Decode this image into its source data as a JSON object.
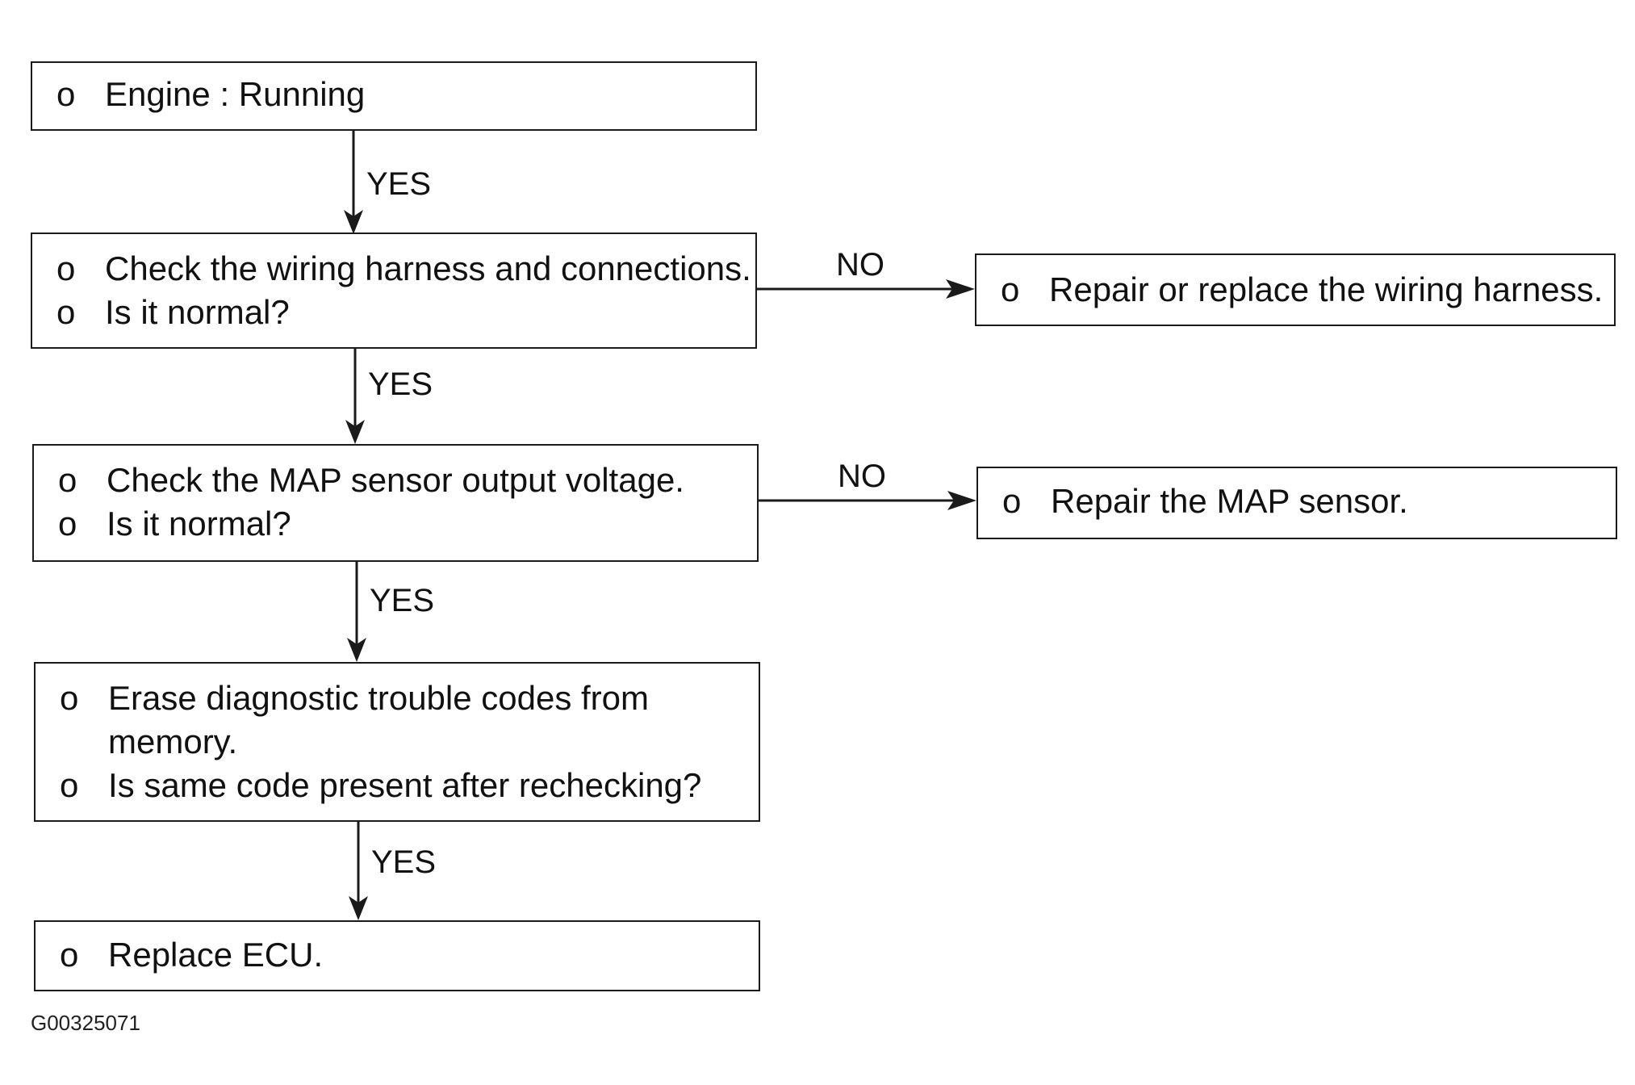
{
  "boxes": {
    "engine": {
      "bullet": "o",
      "lines": [
        "Engine : Running"
      ]
    },
    "wiring_check": {
      "bullet": "o",
      "lines": [
        "Check the wiring harness and connections.",
        "Is it normal?"
      ]
    },
    "wiring_repair": {
      "bullet": "o",
      "lines": [
        "Repair or replace the wiring harness."
      ]
    },
    "map_check": {
      "bullet": "o",
      "lines": [
        "Check the MAP sensor output voltage.",
        "Is it normal?"
      ]
    },
    "map_repair": {
      "bullet": "o",
      "lines": [
        "Repair the MAP sensor."
      ]
    },
    "erase_codes": {
      "bullet": "o",
      "lines": [
        "Erase diagnostic trouble codes from",
        "memory.",
        "Is same code present after rechecking?"
      ]
    },
    "replace_ecu": {
      "bullet": "o",
      "lines": [
        "Replace ECU."
      ]
    }
  },
  "arrows": {
    "yes_1": "YES",
    "yes_2": "YES",
    "yes_3": "YES",
    "yes_4": "YES",
    "no_1": "NO",
    "no_2": "NO"
  },
  "figure_code": "G00325071"
}
